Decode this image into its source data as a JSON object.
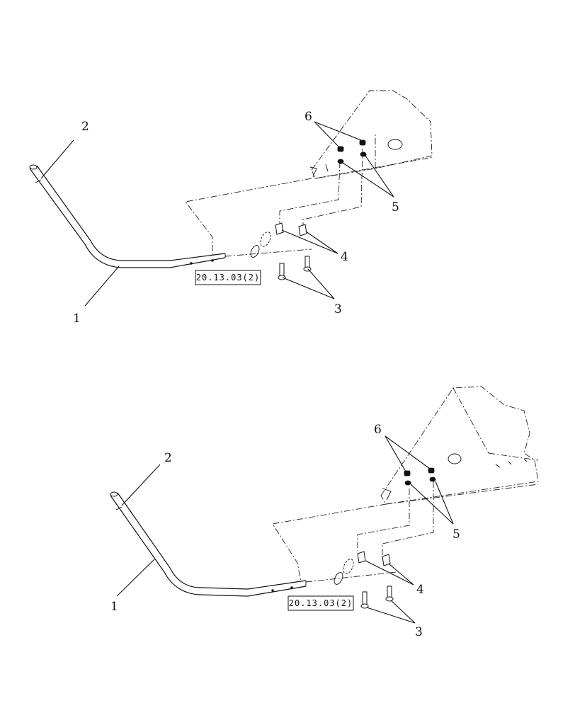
{
  "diagrams": [
    {
      "id": "upper",
      "callouts": {
        "c1": "1",
        "c2": "2",
        "c3": "3",
        "c4": "4",
        "c5": "5",
        "c6": "6"
      },
      "reference": "20.13.03(2)"
    },
    {
      "id": "lower",
      "callouts": {
        "c1": "1",
        "c2": "2",
        "c3": "3",
        "c4": "4",
        "c5": "5",
        "c6": "6"
      },
      "reference": "20.13.03(2)"
    }
  ]
}
